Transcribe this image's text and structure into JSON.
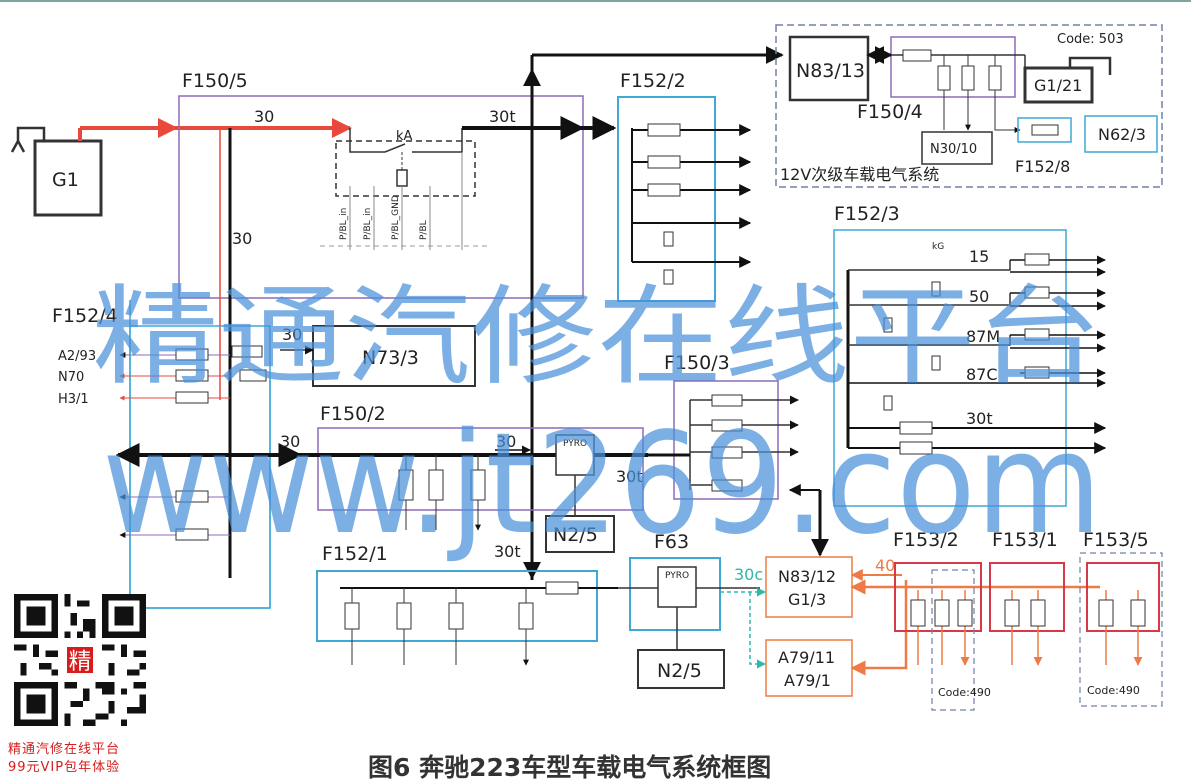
{
  "colors": {
    "feed_line": "#e8493c",
    "bus_line": "#111111",
    "blue_box": "#3fa9d6",
    "purple_box": "#8e6bb8",
    "red_box": "#d63a4a",
    "orange_box": "#ee7b45",
    "teal_line": "#2fb8a8",
    "watermark": "#4a90d9",
    "dashed_box": "#7080a8"
  },
  "labels": {
    "g1": "G1",
    "f150_5": "F150/5",
    "v30_top": "30",
    "v30t_top": "30t",
    "ka": "kA",
    "v30_left": "30",
    "f152_4": "F152/4",
    "a2_93": "A2/93",
    "n70": "N70",
    "h3_1": "H3/1",
    "v30_n73": "30",
    "n73_3": "N73/3",
    "f150_2": "F150/2",
    "v30_a": "30",
    "v30_b": "30",
    "v30t_c": "30t",
    "pyro": "PYRO",
    "n2_5_a": "N2/5",
    "f152_2": "F152/2",
    "n83_13": "N83/13",
    "f150_4": "F150/4",
    "code_503": "Code: 503",
    "g1_21": "G1/21",
    "n30_10": "N30/10",
    "n62_3": "N62/3",
    "f152_8": "F152/8",
    "sec_system": "12V次级车载电气系统",
    "f152_3": "F152/3",
    "kg": "kG",
    "t15": "15",
    "t50": "50",
    "t87m": "87M",
    "t87c": "87C",
    "t30t_r": "30t",
    "f150_3": "F150/3",
    "f152_1": "F152/1",
    "v30t_f": "30t",
    "f63": "F63",
    "pyro2": "PYRO",
    "n2_5_b": "N2/5",
    "v30c": "30c",
    "n83_12": "N83/12",
    "g1_3": "G1/3",
    "a79_11": "A79/11",
    "a79_1": "A79/1",
    "v40": "40",
    "f153_2": "F153/2",
    "f153_1": "F153/1",
    "f153_5": "F153/5",
    "code_490_a": "Code:490",
    "code_490_b": "Code:490"
  },
  "watermark": {
    "line1": "精通汽修在线平台",
    "line2": "www.jt269.com"
  },
  "promo": {
    "line1": "精通汽修在线平台",
    "line2": "99元VIP包年体验",
    "qr_center": "精"
  },
  "caption": "图6 奔驰223车型车载电气系统框图"
}
